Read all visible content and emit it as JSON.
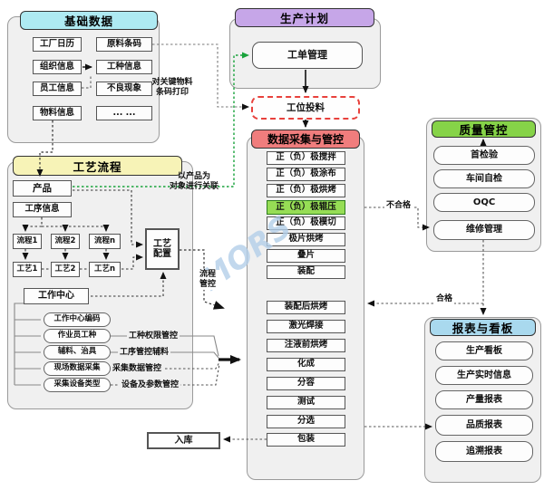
{
  "watermark": "MORS",
  "panels": {
    "basic": {
      "title": "基础数据",
      "items": [
        "工厂日历",
        "原料条码",
        "组织信息",
        "工种信息",
        "员工信息",
        "不良现象",
        "物料信息",
        "... ..."
      ]
    },
    "plan": {
      "title": "生产计划",
      "work_order": "工单管理",
      "feeding": "工位投料"
    },
    "flow": {
      "title": "工艺流程",
      "product": "产品",
      "step_info": "工序信息",
      "flows": [
        "流程1",
        "流程2",
        "流程n"
      ],
      "crafts": [
        "工艺1",
        "工艺2",
        "工艺n"
      ],
      "config": "工艺\n配置",
      "work_center": "工作中心",
      "wc_items": [
        "工作中心编码",
        "作业员工种",
        "辅料、治具",
        "现场数据采集",
        "采集设备类型"
      ]
    },
    "collect": {
      "title": "数据采集与管控",
      "steps": [
        "正（负）极搅拌",
        "正（负）极涂布",
        "正（负）极烘烤",
        "正（负）极辊压",
        "正（负）极模切",
        "极片烘烤",
        "叠片",
        "装配",
        "装配后烘烤",
        "激光焊接",
        "注液前烘烤",
        "化成",
        "分容",
        "测试",
        "分选",
        "包装"
      ],
      "highlighted_step": "正（负）极辊压"
    },
    "quality": {
      "title": "质量管控",
      "items": [
        "首检验",
        "车间自检",
        "OQC",
        "维修管理"
      ]
    },
    "reports": {
      "title": "报表与看板",
      "items": [
        "生产看板",
        "生产实时信息",
        "产量报表",
        "品质报表",
        "追溯报表"
      ]
    },
    "store": "入库"
  },
  "notes": {
    "barcode": "对关键物料\n条码打印",
    "assoc": "以产品为\n对象进行关联",
    "process_ctrl": "流程\n管控",
    "ctrl1": "工种权限管控",
    "ctrl2": "工序管控辅料",
    "ctrl3": "采集数据管控",
    "ctrl4": "设备及参数管控",
    "fail": "不合格",
    "pass": "合格"
  },
  "colors": {
    "basic_header": "#aeeaf2",
    "plan_header": "#c6a6e8",
    "flow_header": "#f7f3b7",
    "collect_header": "#f07d7d",
    "quality_header": "#86d348",
    "reports_header": "#a9d9ee",
    "highlight_step": "#96dd55",
    "feeding_dash": "#e8413c",
    "green_link": "#18a23b",
    "watermark": "#b3cfe9"
  }
}
